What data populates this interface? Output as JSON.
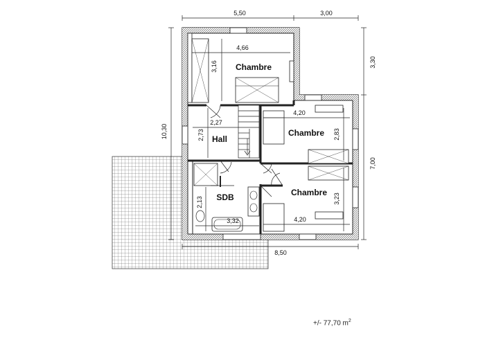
{
  "rooms": {
    "chambre_top": "Chambre",
    "hall": "Hall",
    "chambre_mid": "Chambre",
    "sdb": "SDB",
    "chambre_bottom": "Chambre"
  },
  "dimensions": {
    "top_left": "5,50",
    "top_right": "3,00",
    "right_upper": "3,30",
    "left_total": "10,30",
    "right_lower": "7,00",
    "bottom": "8,50",
    "chambre_top_width": "4,66",
    "chambre_top_depth": "3,16",
    "hall_width": "2,27",
    "hall_depth": "2,73",
    "chambre_mid_width": "4,20",
    "chambre_mid_depth": "2,83",
    "sdb_width": "3,32",
    "sdb_depth": "2,13",
    "chambre_bottom_width": "4,20",
    "chambre_bottom_depth": "3,23"
  },
  "area": {
    "prefix": "+/- 77,70 m",
    "unit_exp": "2"
  },
  "colors": {
    "wall": "#3a3a3a",
    "wall_fill": "#9a9a9a",
    "terrace_grid": "#555555",
    "line": "#222222"
  }
}
